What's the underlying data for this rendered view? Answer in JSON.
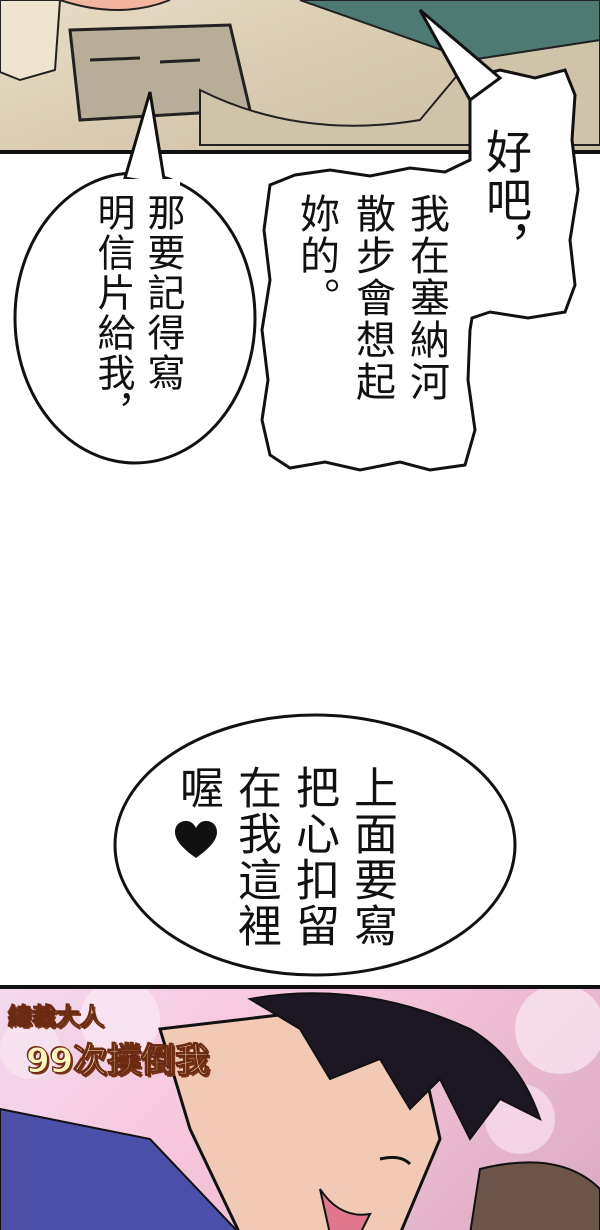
{
  "bubbles": {
    "top_right": {
      "line1": "好吧，"
    },
    "middle_right": {
      "col1": "我在塞納河",
      "col2": "散步會想起",
      "col3": "妳的。"
    },
    "left_oval": {
      "col1": "那要記得寫",
      "col2": "明信片給我，"
    },
    "lower_oval": {
      "col1": "上面要寫",
      "col2": "把心扣留",
      "col3": "在我這裡",
      "col4": "喔"
    }
  },
  "heart_icon": "heart-icon",
  "watermark": {
    "line1": "總裁大人",
    "line2": "99次撲倒我"
  },
  "colors": {
    "ink": "#111111",
    "bubble_fill": "#ffffff",
    "title_fill": "#fff7c2",
    "title_outline": "#7a3416"
  }
}
